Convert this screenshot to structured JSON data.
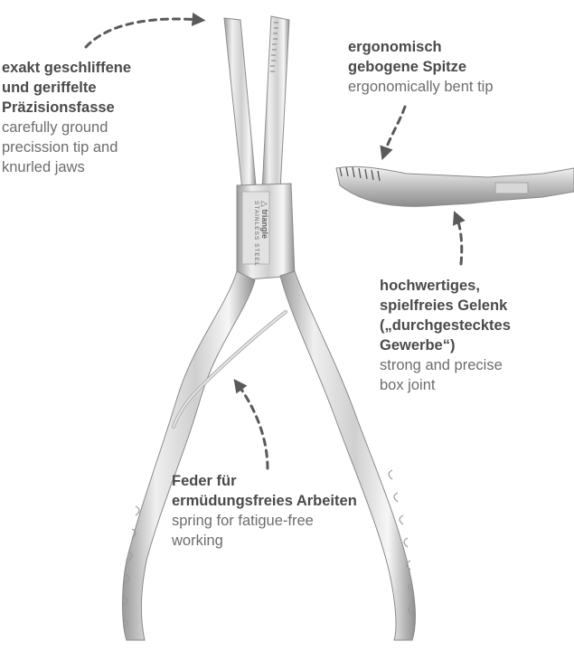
{
  "brand": {
    "logo_text": "triangle",
    "engraving": "STAINLESS STEEL"
  },
  "annotations": [
    {
      "id": "tip-precision",
      "de_lines": [
        "exakt geschliffene",
        "und geriffelte",
        "Präzisionsfasse"
      ],
      "en_lines": [
        "carefully ground",
        "precission tip and",
        "knurled jaws"
      ]
    },
    {
      "id": "bent-tip",
      "de_lines": [
        "ergonomisch",
        "gebogene Spitze"
      ],
      "en_lines": [
        "ergonomically bent tip"
      ]
    },
    {
      "id": "box-joint",
      "de_lines": [
        "hochwertiges,",
        "spielfreies Gelenk",
        "(„durchgestecktes",
        "Gewerbe“)"
      ],
      "en_lines": [
        "strong and precise",
        "box joint"
      ]
    },
    {
      "id": "spring",
      "de_lines": [
        "Feder für",
        "ermüdungsfreies Arbeiten"
      ],
      "en_lines": [
        "spring for fatigue-free",
        "working"
      ]
    }
  ],
  "colors": {
    "text_bold": "#4a4a4a",
    "text_light": "#6d6d6d",
    "arrow": "#5a5a5a",
    "steel_light": "#f2f2f2",
    "steel_mid": "#c9c9c9",
    "steel_dark": "#8a8a8a"
  }
}
